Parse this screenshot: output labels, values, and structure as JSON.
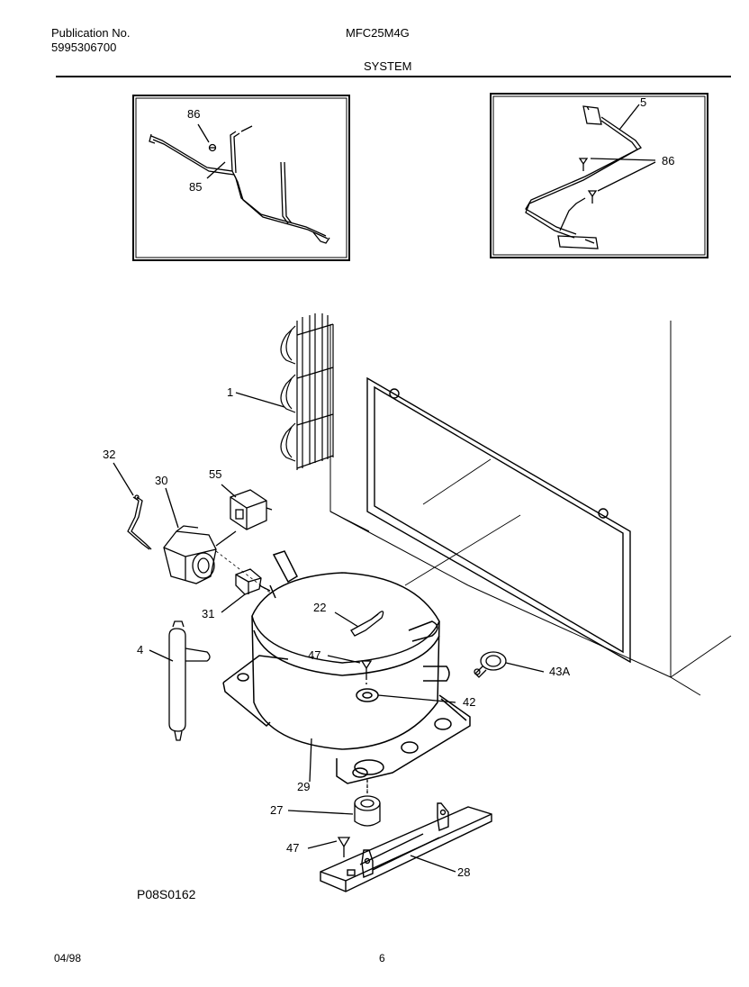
{
  "header": {
    "publication_label": "Publication No.",
    "publication_number": "5995306700",
    "model": "MFC25M4G",
    "section": "SYSTEM"
  },
  "callouts": {
    "c86a": "86",
    "c85": "85",
    "c5": "5",
    "c86b": "86",
    "c1": "1",
    "c32": "32",
    "c30": "30",
    "c55": "55",
    "c31": "31",
    "c22": "22",
    "c4": "4",
    "c47a": "47",
    "c43A": "43A",
    "c42": "42",
    "c29": "29",
    "c27": "27",
    "c47b": "47",
    "c28": "28"
  },
  "footer": {
    "drawing_id": "P08S0162",
    "date": "04/98",
    "page": "6"
  }
}
